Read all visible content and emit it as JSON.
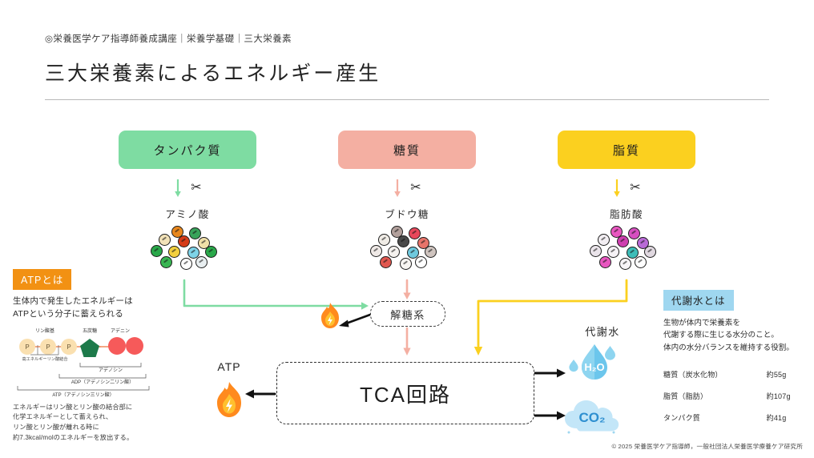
{
  "header": {
    "breadcrumb": "◎栄養医学ケア指導師養成講座｜栄養学基礎｜三大栄養素",
    "title": "三大栄養素によるエネルギー産生"
  },
  "nutrients": [
    {
      "name": "タンパク質",
      "color": "#7edca2",
      "product": "アミノ酸",
      "cut_icon": "scissors-icon",
      "arrow_color": "#7edca2"
    },
    {
      "name": "糖質",
      "color": "#f4afa2",
      "product": "ブドウ糖",
      "cut_icon": "scissors-icon",
      "arrow_color": "#f4afa2"
    },
    {
      "name": "脂質",
      "color": "#fbd01f",
      "product": "脂肪酸",
      "cut_icon": "scissors-icon",
      "arrow_color": "#fbd01f"
    }
  ],
  "process": {
    "glycolysis": "解糖系",
    "tca": "TCA回路",
    "atp_output": "ATP",
    "flame_icon": "flame-icon"
  },
  "outputs": {
    "metabolic_water_label": "代謝水",
    "water": "H₂O",
    "water_icon": "water-drop-icon",
    "co2": "CO₂",
    "co2_icon": "cloud-icon"
  },
  "atp_card": {
    "tag": "ATPとは",
    "body": "生体内で発生したエネルギーは\nATPという分子に蓄えられる",
    "figure": {
      "phosphate_label": "リン酸基",
      "pentose_label": "五炭糖",
      "adenine_label": "アデニン",
      "phosphate_letters": [
        "P",
        "P",
        "P"
      ],
      "bond_label": "高エネルギーリン酸結合",
      "adenosine_label": "アデノシン",
      "adp_label": "ADP（アデノシン二リン酸）",
      "atp_label": "ATP（アデノシン三リン酸）"
    },
    "note": "エネルギーはリン酸とリン酸の結合部に\n化学エネルギーとして蓄えられ、\nリン酸とリン酸が離れる時に\n約7.3kcal/molのエネルギーを放出する。"
  },
  "water_card": {
    "tag": "代謝水とは",
    "body": "生物が体内で栄養素を\n代謝する際に生じる水分のこと。\n体内の水分バランスを維持する役割。",
    "table": [
      {
        "nutrient": "糖質（炭水化物）",
        "amount": "約55g"
      },
      {
        "nutrient": "脂質（脂肪）",
        "amount": "約107g"
      },
      {
        "nutrient": "タンパク質",
        "amount": "約41g"
      }
    ]
  },
  "footer": "© 2025 栄養医学ケア指導師，一般社団法人栄養医学療養ケア研究所",
  "palette": {
    "protein": "#7edca2",
    "carb": "#f4afa2",
    "fat": "#fbd01f",
    "atp_tag": "#f29113",
    "water_tag": "#9fd7f0",
    "flame": "#ff8a1e",
    "water_blue": "#6cc6ec",
    "co2_blue": "#2e8fd0"
  },
  "molecules": {
    "amino_colors": [
      "#e8871e",
      "#37a35a",
      "#f2e2b8",
      "#d63b17",
      "#f0e0a8",
      "#2aa84a",
      "#f2cf3e",
      "#7ed3e8",
      "#39b552",
      "#ffffff",
      "#e8eef0",
      "#2aa84a"
    ],
    "glucose_colors": [
      "#b2a09c",
      "#e8475b",
      "#f0ece6",
      "#4a4a4a",
      "#e8746a",
      "#efe9e6",
      "#f4f1ee",
      "#6fc9de",
      "#e0574f",
      "#f7f5f2",
      "#ffffff",
      "#cfc4bf"
    ],
    "fatty_colors": [
      "#e857c0",
      "#d64ec0",
      "#f2eef2",
      "#cf3fb0",
      "#b86ad6",
      "#eae4ea",
      "#f6f2f6",
      "#3dbdb8",
      "#e857c0",
      "#f8f5f8",
      "#ffffff",
      "#e0d8e0"
    ]
  }
}
